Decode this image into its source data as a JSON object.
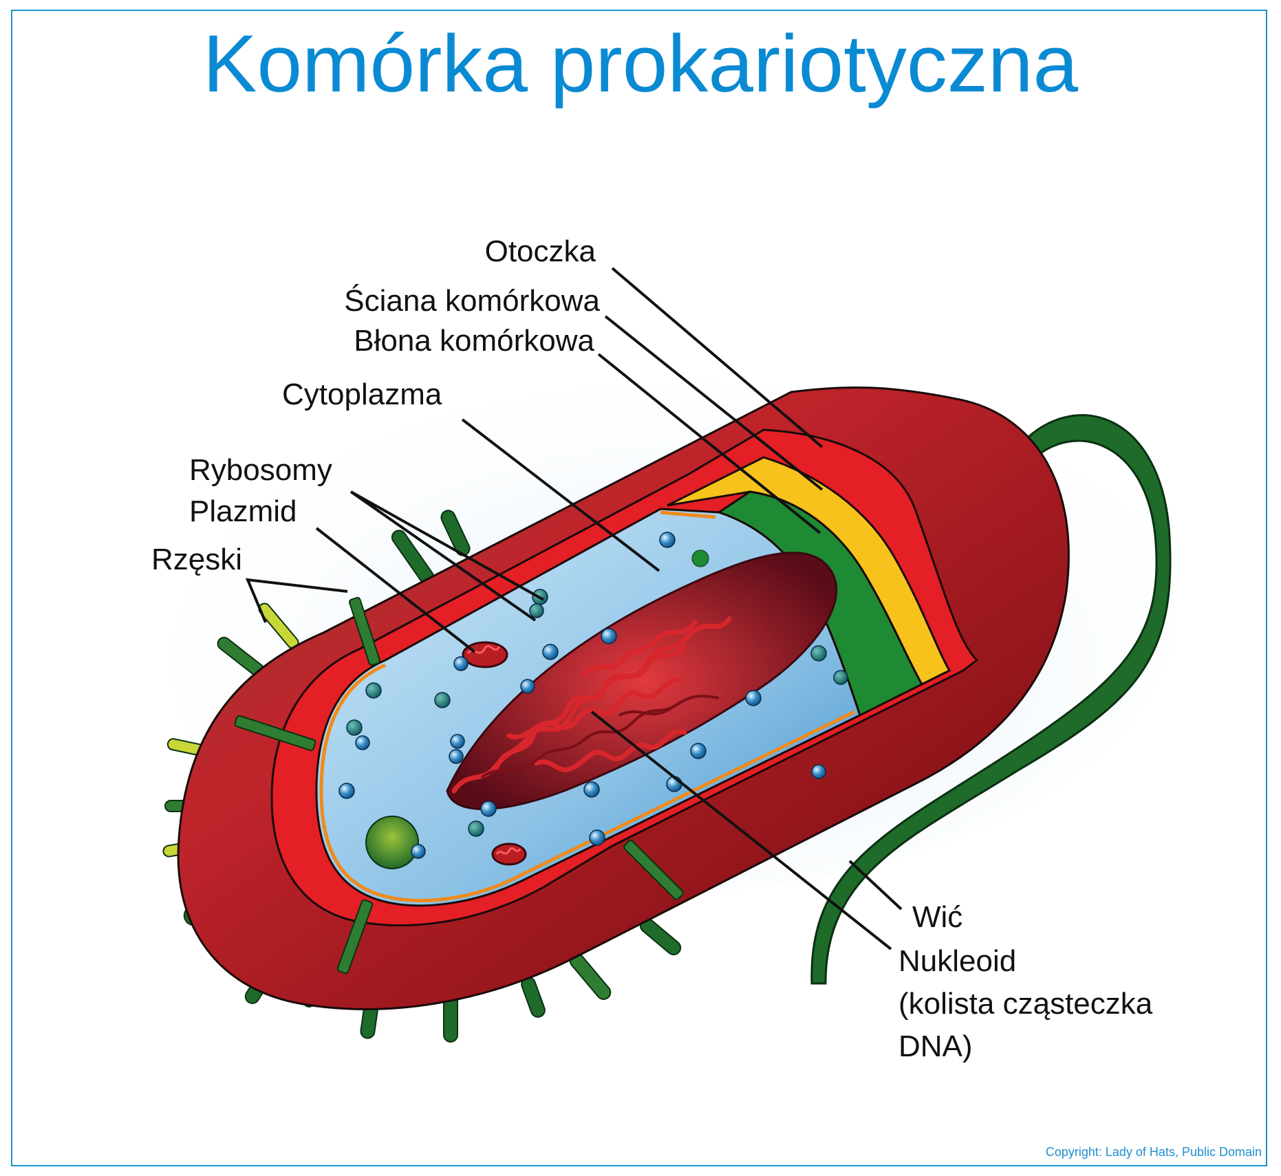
{
  "title": "Komórka prokariotyczna",
  "labels": {
    "otoczka": "Otoczka",
    "sciana": "Ściana komórkowa",
    "blona": "Błona komórkowa",
    "cytoplazma": "Cytoplazma",
    "rybosomy": "Rybosomy",
    "plazmid": "Plazmid",
    "rzeski": "Rzęski",
    "wic": "Wić",
    "nukleoid_line1": "Nukleoid",
    "nukleoid_line2": "(kolista cząsteczka",
    "nukleoid_line3": "DNA)"
  },
  "copyright": "Copyright: Lady of Hats, Public Domain",
  "colors": {
    "title": "#0a8ad3",
    "capsule": "#a3141a",
    "cell_wall": "#e41f26",
    "membrane_yellow": "#f7c21b",
    "membrane_green": "#1f8a34",
    "cytoplasm": "#9fd0ee",
    "nucleoid": "#b81e24",
    "flagellum": "#1f6a2a",
    "pili": "#2e7d32"
  }
}
